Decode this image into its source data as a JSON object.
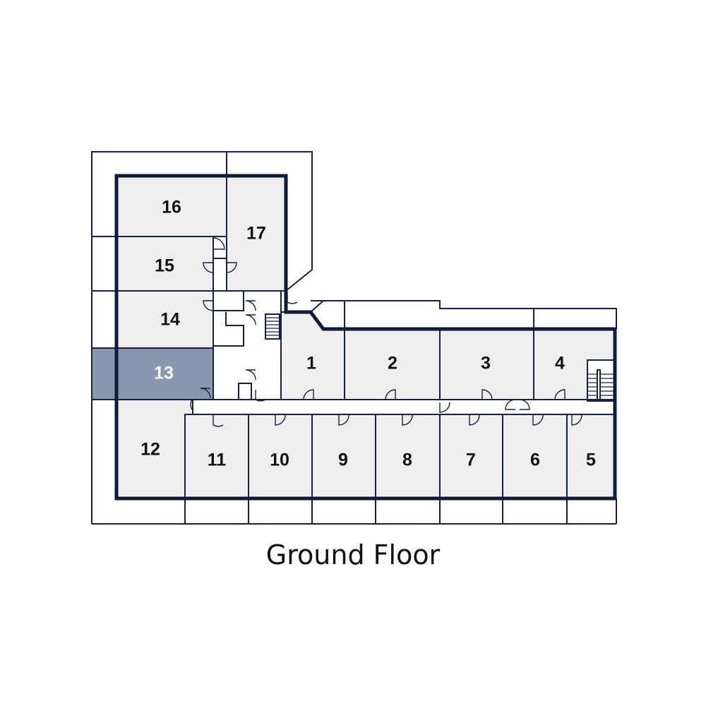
{
  "title": "Ground Floor",
  "selected_room": "13",
  "colors": {
    "wall": "#0e1c38",
    "room_fill": "#eeeeee",
    "selected_fill": "#8a97b0",
    "background": "#ffffff"
  },
  "rooms": [
    {
      "id": "r1",
      "label": "1"
    },
    {
      "id": "r2",
      "label": "2"
    },
    {
      "id": "r3",
      "label": "3"
    },
    {
      "id": "r4",
      "label": "4"
    },
    {
      "id": "r5",
      "label": "5"
    },
    {
      "id": "r6",
      "label": "6"
    },
    {
      "id": "r7",
      "label": "7"
    },
    {
      "id": "r8",
      "label": "8"
    },
    {
      "id": "r9",
      "label": "9"
    },
    {
      "id": "r10",
      "label": "10"
    },
    {
      "id": "r11",
      "label": "11"
    },
    {
      "id": "r12",
      "label": "12"
    },
    {
      "id": "r13",
      "label": "13"
    },
    {
      "id": "r14",
      "label": "14"
    },
    {
      "id": "r15",
      "label": "15"
    },
    {
      "id": "r16",
      "label": "16"
    },
    {
      "id": "r17",
      "label": "17"
    }
  ]
}
